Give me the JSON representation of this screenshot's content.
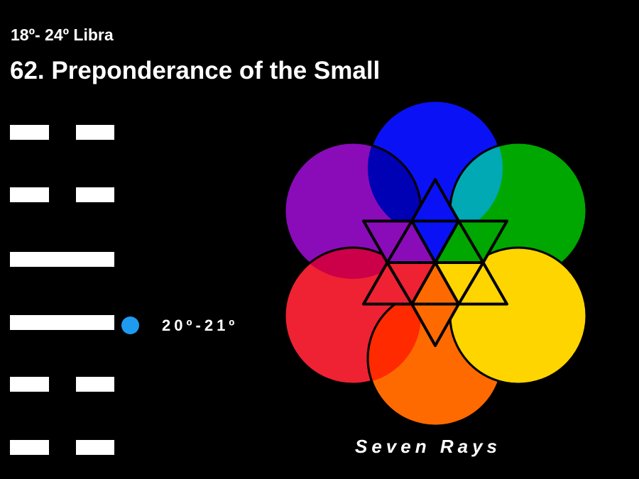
{
  "header": {
    "subtitle": "18º- 24º Libra",
    "title": "62. Preponderance of the Small"
  },
  "hexagram": {
    "lines": [
      "broken",
      "broken",
      "solid",
      "solid",
      "broken",
      "broken"
    ],
    "marker_line": 4,
    "marker_color": "#1e9bf0",
    "marker_label": "20º-21º"
  },
  "diagram": {
    "caption": "Seven Rays",
    "colors": {
      "blue": "#0a12f5",
      "green": "#00a700",
      "yellow": "#ffd500",
      "orange": "#ff6a00",
      "red": "#ee2233",
      "purple": "#8a0cb8",
      "dark_blue": "#0000b4",
      "teal": "#00a9b4",
      "crimson": "#cc0048",
      "red_orange": "#ff2a00"
    }
  }
}
